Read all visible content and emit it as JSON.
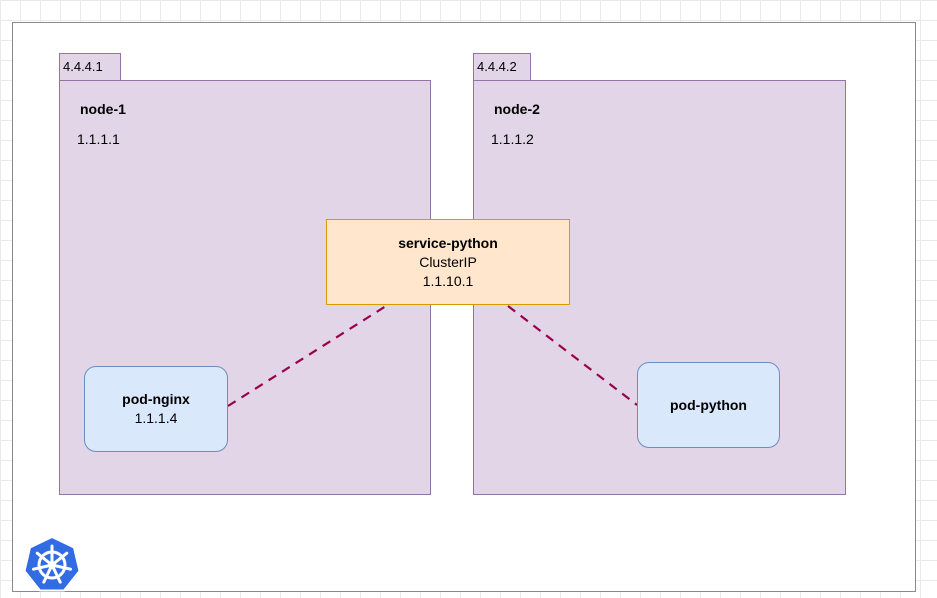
{
  "nodes": [
    {
      "tab_ip": "4.4.4.1",
      "name": "node-1",
      "ip": "1.1.1.1"
    },
    {
      "tab_ip": "4.4.4.2",
      "name": "node-2",
      "ip": "1.1.1.2"
    }
  ],
  "service": {
    "name": "service-python",
    "type": "ClusterIP",
    "ip": "1.1.10.1"
  },
  "pods": [
    {
      "name": "pod-nginx",
      "ip": "1.1.1.4"
    },
    {
      "name": "pod-python"
    }
  ],
  "colors": {
    "node_fill": "#e1d5e7",
    "node_border": "#9673a6",
    "service_fill": "#ffe6cc",
    "service_border": "#d79b00",
    "pod_fill": "#dae8fc",
    "pod_border": "#6c8ebf",
    "connector": "#99004d",
    "logo": "#326ce5"
  },
  "icons": {
    "logo": "kubernetes-logo-icon"
  }
}
